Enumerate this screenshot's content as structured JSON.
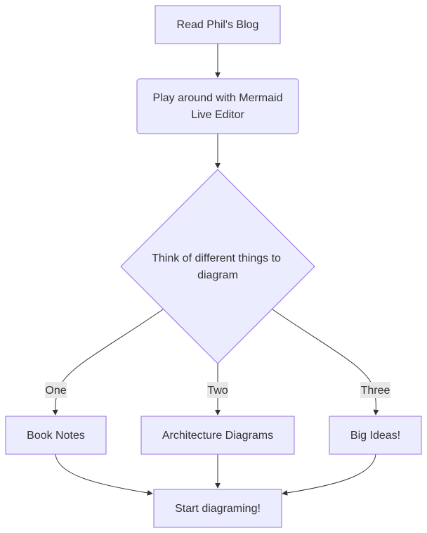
{
  "diagram": {
    "type": "flowchart",
    "nodes": {
      "read_blog": {
        "text": [
          "Read Phil's Blog"
        ]
      },
      "play_editor": {
        "text": [
          "Play around with Mermaid",
          "Live Editor"
        ]
      },
      "think": {
        "text": [
          "Think of different things to",
          "diagram"
        ]
      },
      "book_notes": {
        "text": [
          "Book Notes"
        ]
      },
      "arch": {
        "text": [
          "Architecture Diagrams"
        ]
      },
      "big_ideas": {
        "text": [
          "Big Ideas!"
        ]
      },
      "start": {
        "text": [
          "Start diagraming!"
        ]
      }
    },
    "edges": [
      {
        "from": "read_blog",
        "to": "play_editor",
        "label": ""
      },
      {
        "from": "play_editor",
        "to": "think",
        "label": ""
      },
      {
        "from": "think",
        "to": "book_notes",
        "label": "One"
      },
      {
        "from": "think",
        "to": "arch",
        "label": "Two"
      },
      {
        "from": "think",
        "to": "big_ideas",
        "label": "Three"
      },
      {
        "from": "book_notes",
        "to": "start",
        "label": ""
      },
      {
        "from": "arch",
        "to": "start",
        "label": ""
      },
      {
        "from": "big_ideas",
        "to": "start",
        "label": ""
      }
    ],
    "edge_labels": {
      "one": "One",
      "two": "Two",
      "three": "Three"
    }
  }
}
